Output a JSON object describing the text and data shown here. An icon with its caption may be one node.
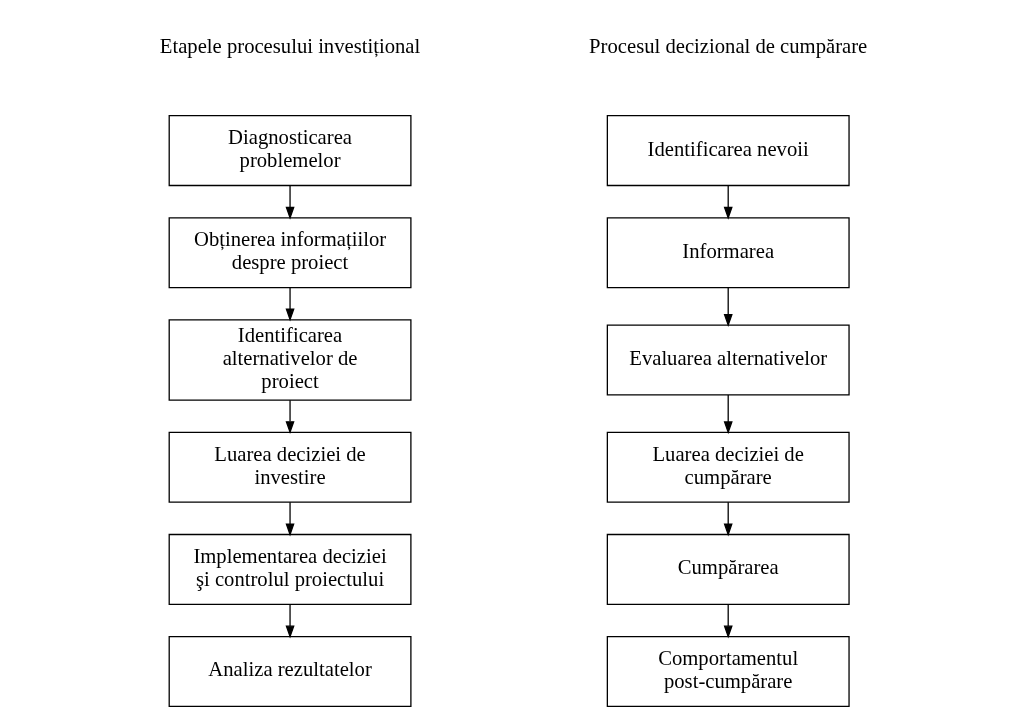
{
  "diagram": {
    "nodes": [
      {
        "text": [
          "Diagnosticarea problemelor"
        ]
      },
      {
        "text": [
          "Obținerea informațiilor despre proiect"
        ]
      },
      {
        "text": [
          "Identificarea alternativelor de proiect"
        ]
      },
      {
        "text": [
          "Luarea deciziei de investire"
        ]
      },
      {
        "text": [
          "Implementarea deciziei şi controlul proiectului"
        ]
      },
      {
        "text": [
          "Analiza rezultatelor"
        ]
      },
      {
        "text": [
          "Identificarea nevoii"
        ]
      },
      {
        "text": [
          "Informarea"
        ]
      },
      {
        "text": [
          "Evaluarea alternativelor"
        ]
      },
      {
        "text": [
          "Luarea deciziei de cumpărare"
        ]
      },
      {
        "text": [
          "Cumpărarea"
        ]
      },
      {
        "text": [
          "Comportamentul post-cumpărare"
        ]
      }
    ],
    "edges": [
      {
        "from": 0,
        "to": 1,
        "arrow": "to"
      },
      {
        "from": 1,
        "to": 2,
        "arrow": "to"
      },
      {
        "from": 2,
        "to": 3,
        "arrow": "to"
      },
      {
        "from": 3,
        "to": 4,
        "arrow": "to"
      },
      {
        "from": 4,
        "to": 5,
        "arrow": "to"
      },
      {
        "from": 6,
        "to": 7,
        "arrow": "to"
      },
      {
        "from": 7,
        "to": 8,
        "arrow": "to"
      },
      {
        "from": 8,
        "to": 9,
        "arrow": "to"
      },
      {
        "from": 9,
        "to": 10,
        "arrow": "to"
      },
      {
        "from": 10,
        "to": 11,
        "arrow": "to"
      }
    ],
    "labels": [
      "Etapele procesului investițional",
      "Procesul decizional de cumpărare"
    ]
  }
}
